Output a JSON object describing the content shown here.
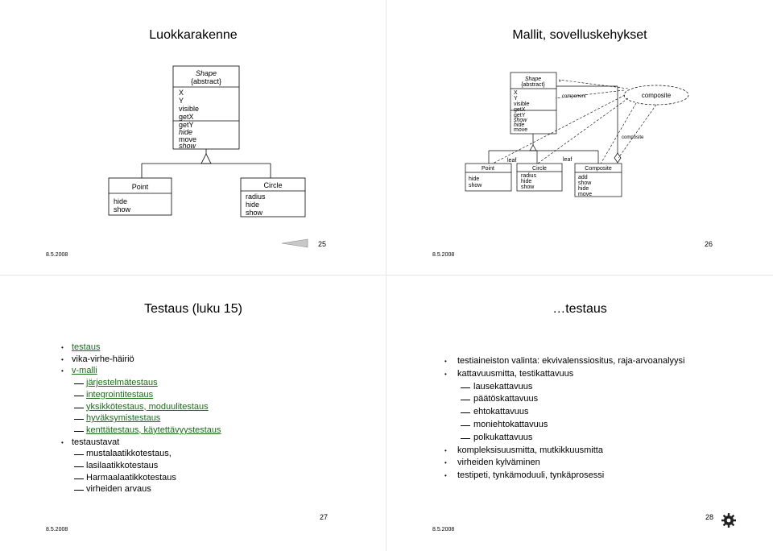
{
  "footer_date": "8.5.2008",
  "slide25": {
    "title": "Luokkarakenne",
    "page": "25",
    "shape": {
      "name": "Shape",
      "stereotype": "{abstract}",
      "attrs": [
        "X",
        "Y",
        "visible",
        "getX",
        "getY",
        "hide",
        "move",
        "show"
      ]
    },
    "point": {
      "name": "Point",
      "attrs": [
        "hide",
        "show"
      ]
    },
    "circle": {
      "name": "Circle",
      "attrs": [
        "radius",
        "hide",
        "show"
      ]
    }
  },
  "slide26": {
    "title": "Mallit, sovelluskehykset",
    "page": "26",
    "shape": {
      "name": "Shape",
      "stereotype": "{abstract}",
      "attrs": [
        "X",
        "Y",
        "visible",
        "getX",
        "getY",
        "show",
        "hide",
        "move"
      ]
    },
    "point": {
      "name": "Point",
      "attrs": [
        "hide",
        "show"
      ]
    },
    "circle": {
      "name": "Circle",
      "attrs": [
        "radius",
        "hide",
        "show"
      ]
    },
    "composite_cls": {
      "name": "Composite",
      "attrs": [
        "add",
        "show",
        "hide",
        "move"
      ]
    },
    "ellipse_label": "composite",
    "labels": {
      "component": "component",
      "composite": "composite",
      "leaf1": "leaf",
      "leaf2": "leaf",
      "star": "*"
    }
  },
  "slide27": {
    "title": "Testaus (luku 15)",
    "page": "27",
    "items": [
      {
        "text": "testaus",
        "level": 1,
        "link": true
      },
      {
        "text": "vika-virhe-häiriö",
        "level": 1,
        "link": false
      },
      {
        "text": "v-malli",
        "level": 1,
        "link": true
      },
      {
        "text": "järjestelmätestaus",
        "level": 2,
        "link": true
      },
      {
        "text": "integrointitestaus",
        "level": 2,
        "link": true
      },
      {
        "text": "yksikkötestaus, moduulitestaus",
        "level": 2,
        "link": true
      },
      {
        "text": "hyväksymistestaus",
        "level": 2,
        "link": true
      },
      {
        "text": "kenttätestaus, käytettävyystestaus",
        "level": 2,
        "link": true
      },
      {
        "text": "testaustavat",
        "level": 1,
        "link": false
      },
      {
        "text": "mustalaatikkotestaus,",
        "level": 2,
        "link": false
      },
      {
        "text": "lasilaatikkotestaus",
        "level": 2,
        "link": false
      },
      {
        "text": "Harmaalaatikkotestaus",
        "level": 2,
        "link": false
      },
      {
        "text": "virheiden arvaus",
        "level": 2,
        "link": false
      }
    ]
  },
  "slide28": {
    "title": "…testaus",
    "page": "28",
    "items": [
      {
        "text": "testiaineiston valinta: ekvivalenssiositus, raja-arvoanalyysi",
        "level": 1
      },
      {
        "text": "kattavuusmitta, testikattavuus",
        "level": 1
      },
      {
        "text": "lausekattavuus",
        "level": 2
      },
      {
        "text": "päätöskattavuus",
        "level": 2
      },
      {
        "text": "ehtokattavuus",
        "level": 2
      },
      {
        "text": "moniehtokattavuus",
        "level": 2
      },
      {
        "text": "polkukattavuus",
        "level": 2
      },
      {
        "text": "kompleksisuusmitta, mutkikkuusmitta",
        "level": 1
      },
      {
        "text": "virheiden kylväminen",
        "level": 1
      },
      {
        "text": "testipeti, tynkämoduuli, tynkäprosessi",
        "level": 1
      }
    ]
  }
}
